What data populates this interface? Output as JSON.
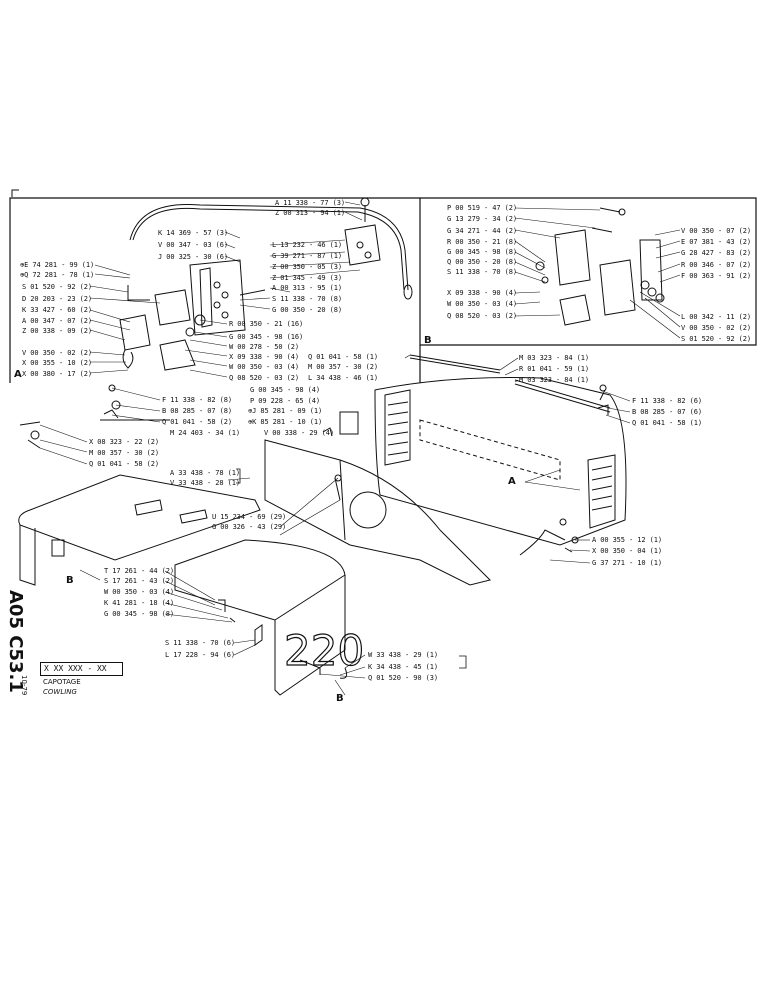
{
  "sheet": {
    "reference": "A05 C53.1",
    "part_number": "X XX XXX - XX",
    "title_fr": "CAPOTAGE",
    "title_en": "COWLING",
    "date": "10-79"
  },
  "callouts": {
    "panel_a": "A",
    "panel_b": "B",
    "main_a": "A",
    "main_b1": "B",
    "main_b2": "B",
    "big_number": "220"
  },
  "labels_left_panel_a": [
    "⊕E 74 281 - 99 (1)",
    "⊕Q 72 281 - 78 (1)",
    "S 01 520 - 92 (2)",
    "D 20 203 - 23 (2)",
    "K 33 427 - 60 (2)",
    "A 00 347 - 07 (2)",
    "Z 00 338 - 09 (2)",
    "V 00 350 - 02 (2)",
    "X 00 355 - 10 (2)",
    "X 00 380 - 17 (2)"
  ],
  "labels_top_panel_a": [
    "A 11 338 - 77 (3)",
    "Z 00 313 - 94 (1)",
    "K 14 369 - 57 (3)",
    "V 00 347 - 03 (6)",
    "J 00 325 - 30 (6)",
    "L 13 232 - 46 (1)",
    "G 39 271 - 87 (1)",
    "Z 00 350 - 05 (3)",
    "Z 01 345 - 49 (3)",
    "A 00 313 - 95 (1)",
    "S 11 338 - 70 (8)",
    "G 00 350 - 20 (8)"
  ],
  "labels_bottom_panel_a": [
    "R 00 350 - 21 (16)",
    "G 00 345 - 98 (16)",
    "W 00 278 - 50 (2)",
    "X 09 338 - 90 (4)",
    "W 00 350 - 03 (4)",
    "Q 08 520 - 03 (2)"
  ],
  "labels_panel_b_left": [
    "P 00 519 - 47 (2)",
    "G 13 279 - 34 (2)",
    "G 34 271 - 44 (2)",
    "R 00 350 - 21 (8)",
    "G 00 345 - 98 (8)",
    "Q 00 350 - 20 (8)",
    "S 11 338 - 70 (8)",
    "X 09 338 - 90 (4)",
    "W 00 350 - 03 (4)",
    "Q 08 520 - 03 (2)"
  ],
  "labels_panel_b_right": [
    "V 00 350 - 07 (2)",
    "E 07 381 - 43 (2)",
    "G 28 427 - 83 (2)",
    "R 00 346 - 07 (2)",
    "F 00 363 - 91 (2)",
    "L 00 342 - 11 (2)",
    "V 00 350 - 02 (2)",
    "S 01 520 - 92 (2)"
  ],
  "labels_main": [
    "Q 01 041 - 58 (1)",
    "M 00 357 - 30 (2)",
    "L 34 438 - 46 (1)",
    "M 03 323 - 84 (1)",
    "R 01 041 - 59 (1)",
    "M 03 323 - 84 (1)",
    "F 11 338 - 82 (8)",
    "B 08 285 - 07 (8)",
    "Q 01 041 - 58 (2)",
    "X 08 323 - 22 (2)",
    "M 00 357 - 30 (2)",
    "Q 01 041 - 58 (2)",
    "G 00 345 - 98 (4)",
    "P 09 228 - 65 (4)",
    "⊕J 85 281 - 09 (1)",
    "⊕K 85 281 - 10 (1)",
    "M 24 403 - 34 (1)",
    "V 00 338 - 29 (4)",
    "F 11 338 - 82 (6)",
    "B 08 285 - 07 (6)",
    "Q 01 041 - 58 (1)",
    "A 33 438 - 78 (1)",
    "V 33 438 - 28 (1)",
    "U 15 234 - 69 (29)",
    "G 00 326 - 43 (29)",
    "A 00 355 - 12 (1)",
    "X 00 350 - 04 (1)",
    "G 37 271 - 10 (1)",
    "T 17 261 - 44 (2)",
    "S 17 261 - 43 (2)",
    "W 00 350 - 03 (4)",
    "K 41 281 - 18 (4)",
    "G 00 345 - 98 (8)",
    "S 11 338 - 70 (6)",
    "L 17 228 - 94 (6)",
    "W 33 438 - 29 (1)",
    "K 34 438 - 45 (1)",
    "Q 01 520 - 90 (3)"
  ]
}
